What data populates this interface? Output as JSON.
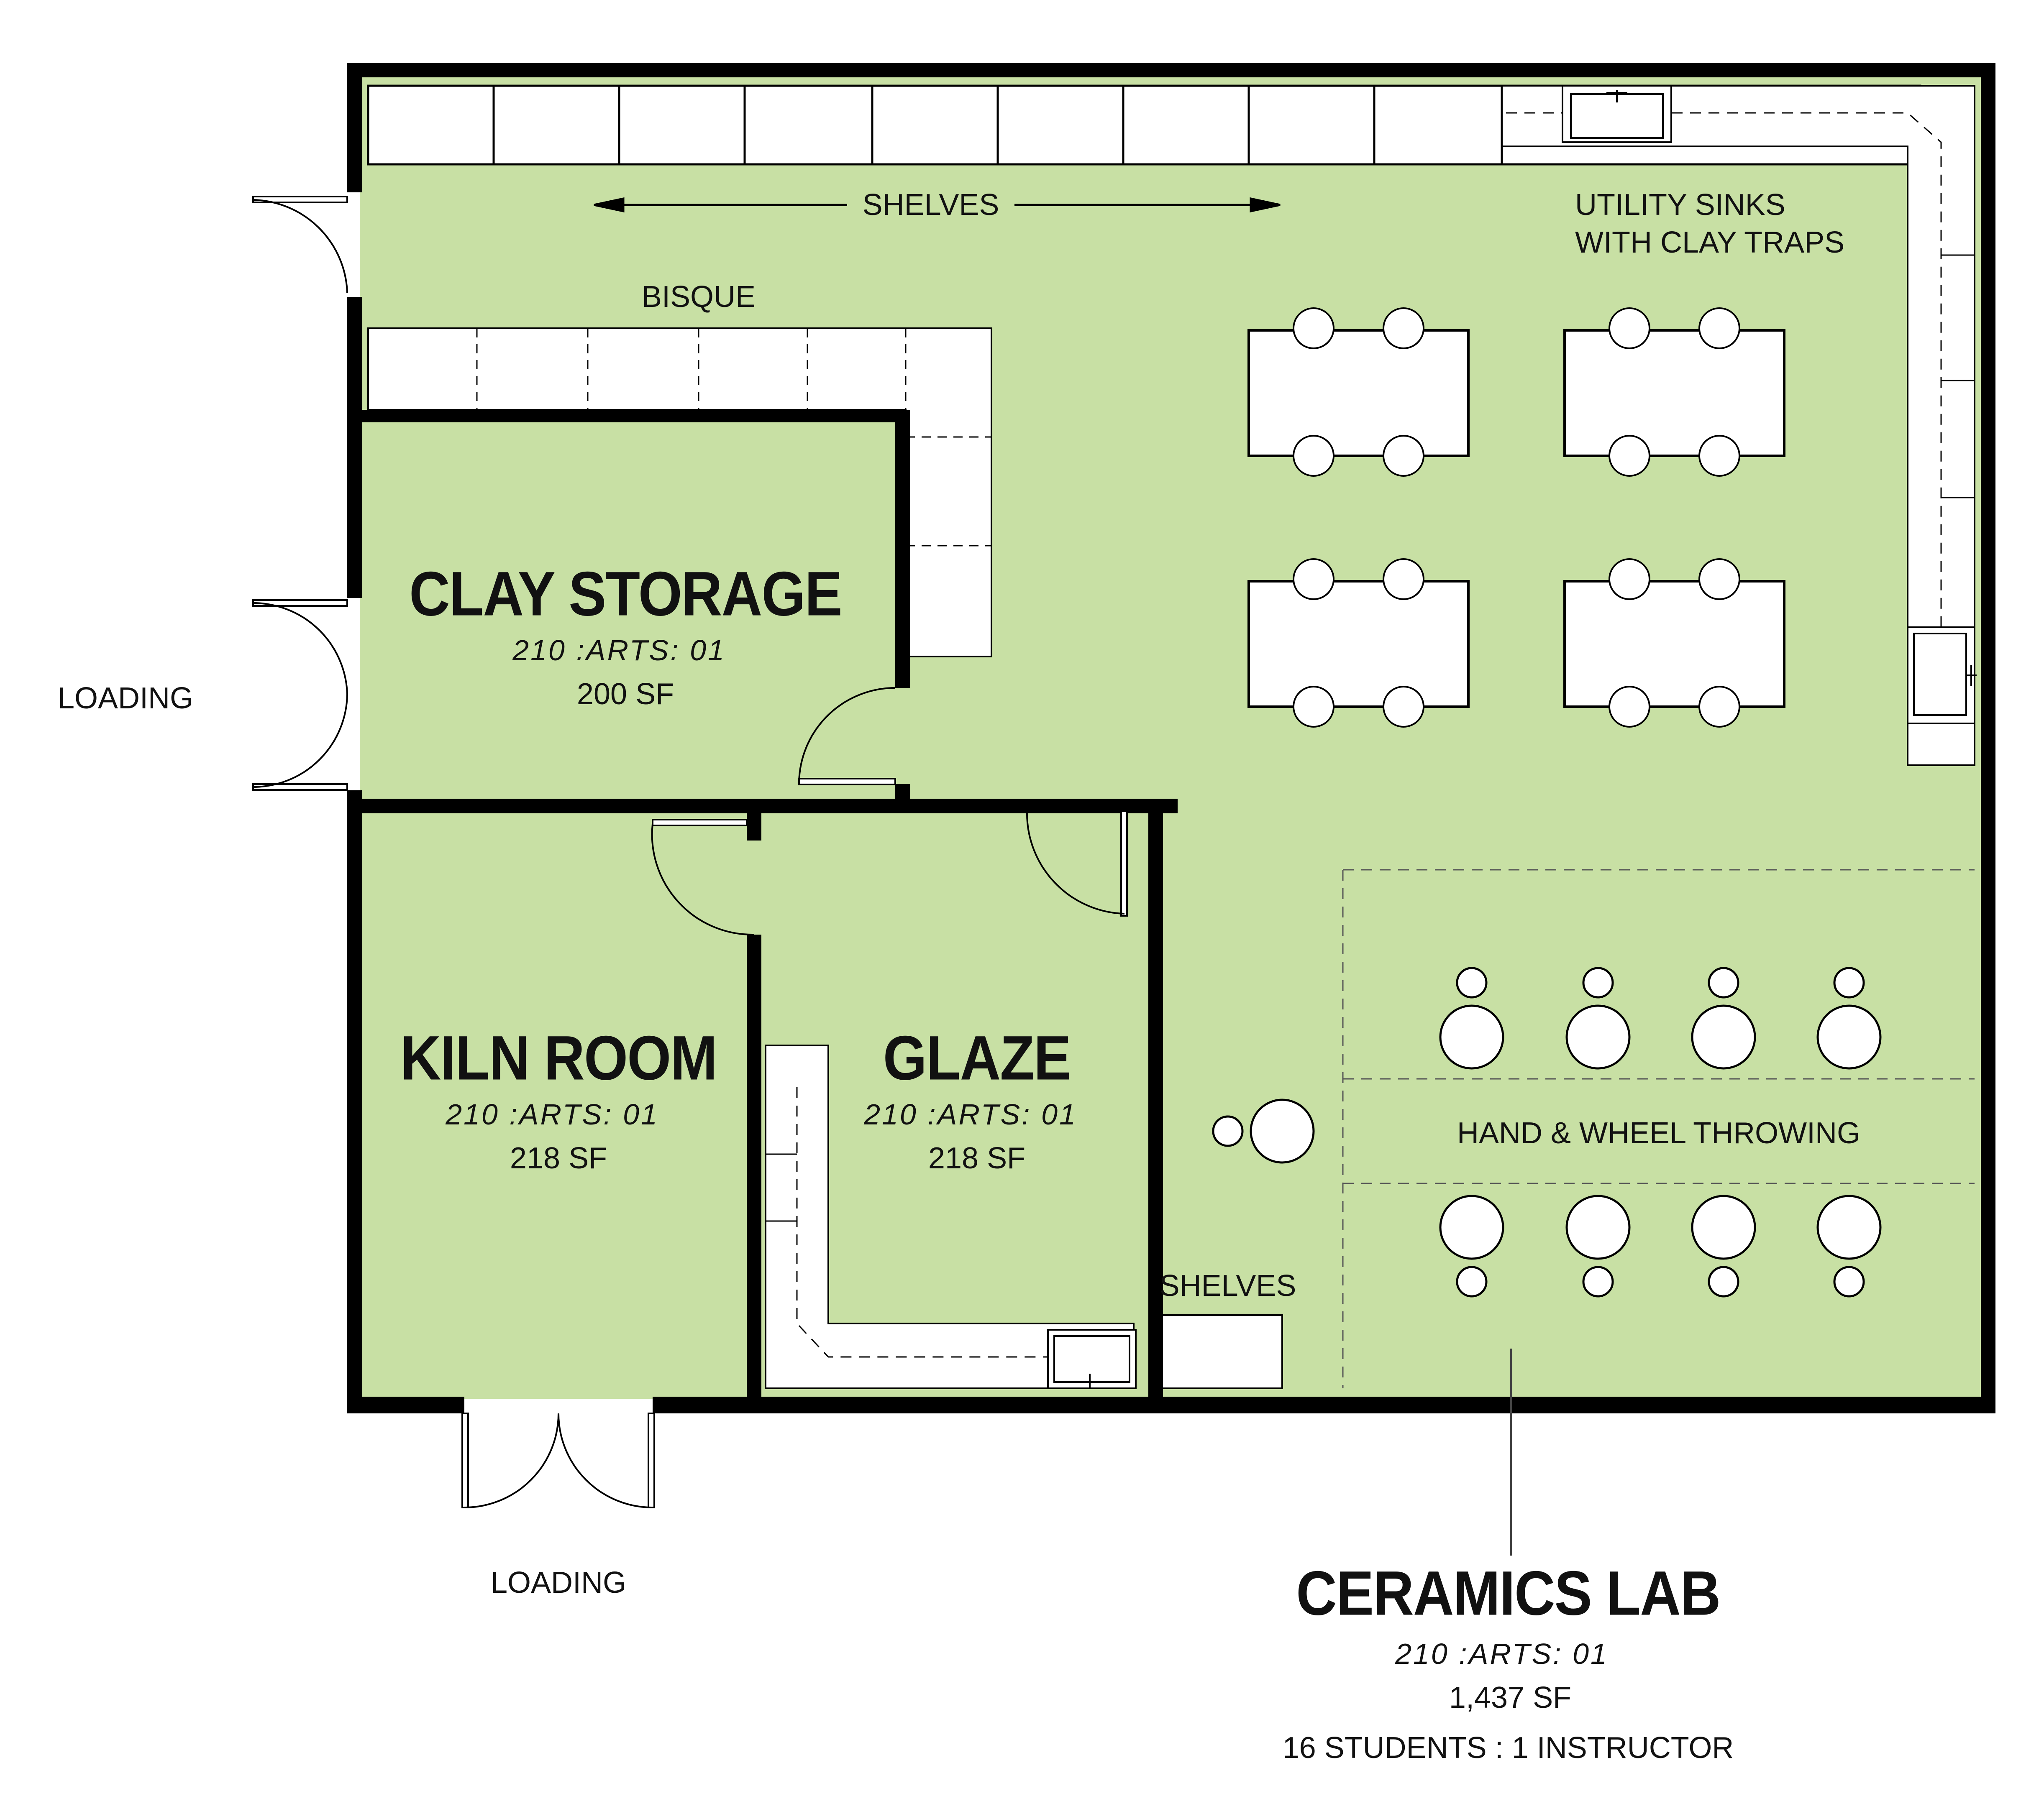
{
  "colors": {
    "floor": "#c8e0a4",
    "wall": "#000000",
    "casework": "#ffffff"
  },
  "rooms": {
    "clay_storage": {
      "title": "CLAY STORAGE",
      "code": "210 :ARTS: 01",
      "area": "200 SF"
    },
    "kiln_room": {
      "title": "KILN ROOM",
      "code": "210 :ARTS: 01",
      "area": "218 SF"
    },
    "glaze": {
      "title": "GLAZE",
      "code": "210 :ARTS: 01",
      "area": "218 SF"
    },
    "ceramics_lab": {
      "title": "CERAMICS LAB",
      "code": "210 :ARTS: 01",
      "area": "1,437 SF",
      "occupancy": "16 STUDENTS : 1 INSTRUCTOR"
    }
  },
  "notes": {
    "shelves_top": "SHELVES",
    "bisque": "BISQUE",
    "utility_sinks_line1": "UTILITY SINKS",
    "utility_sinks_line2": "WITH CLAY TRAPS",
    "loading_left": "LOADING",
    "loading_bottom": "LOADING",
    "shelves_bottom": "SHELVES",
    "hand_wheel": "HAND & WHEEL THROWING"
  }
}
